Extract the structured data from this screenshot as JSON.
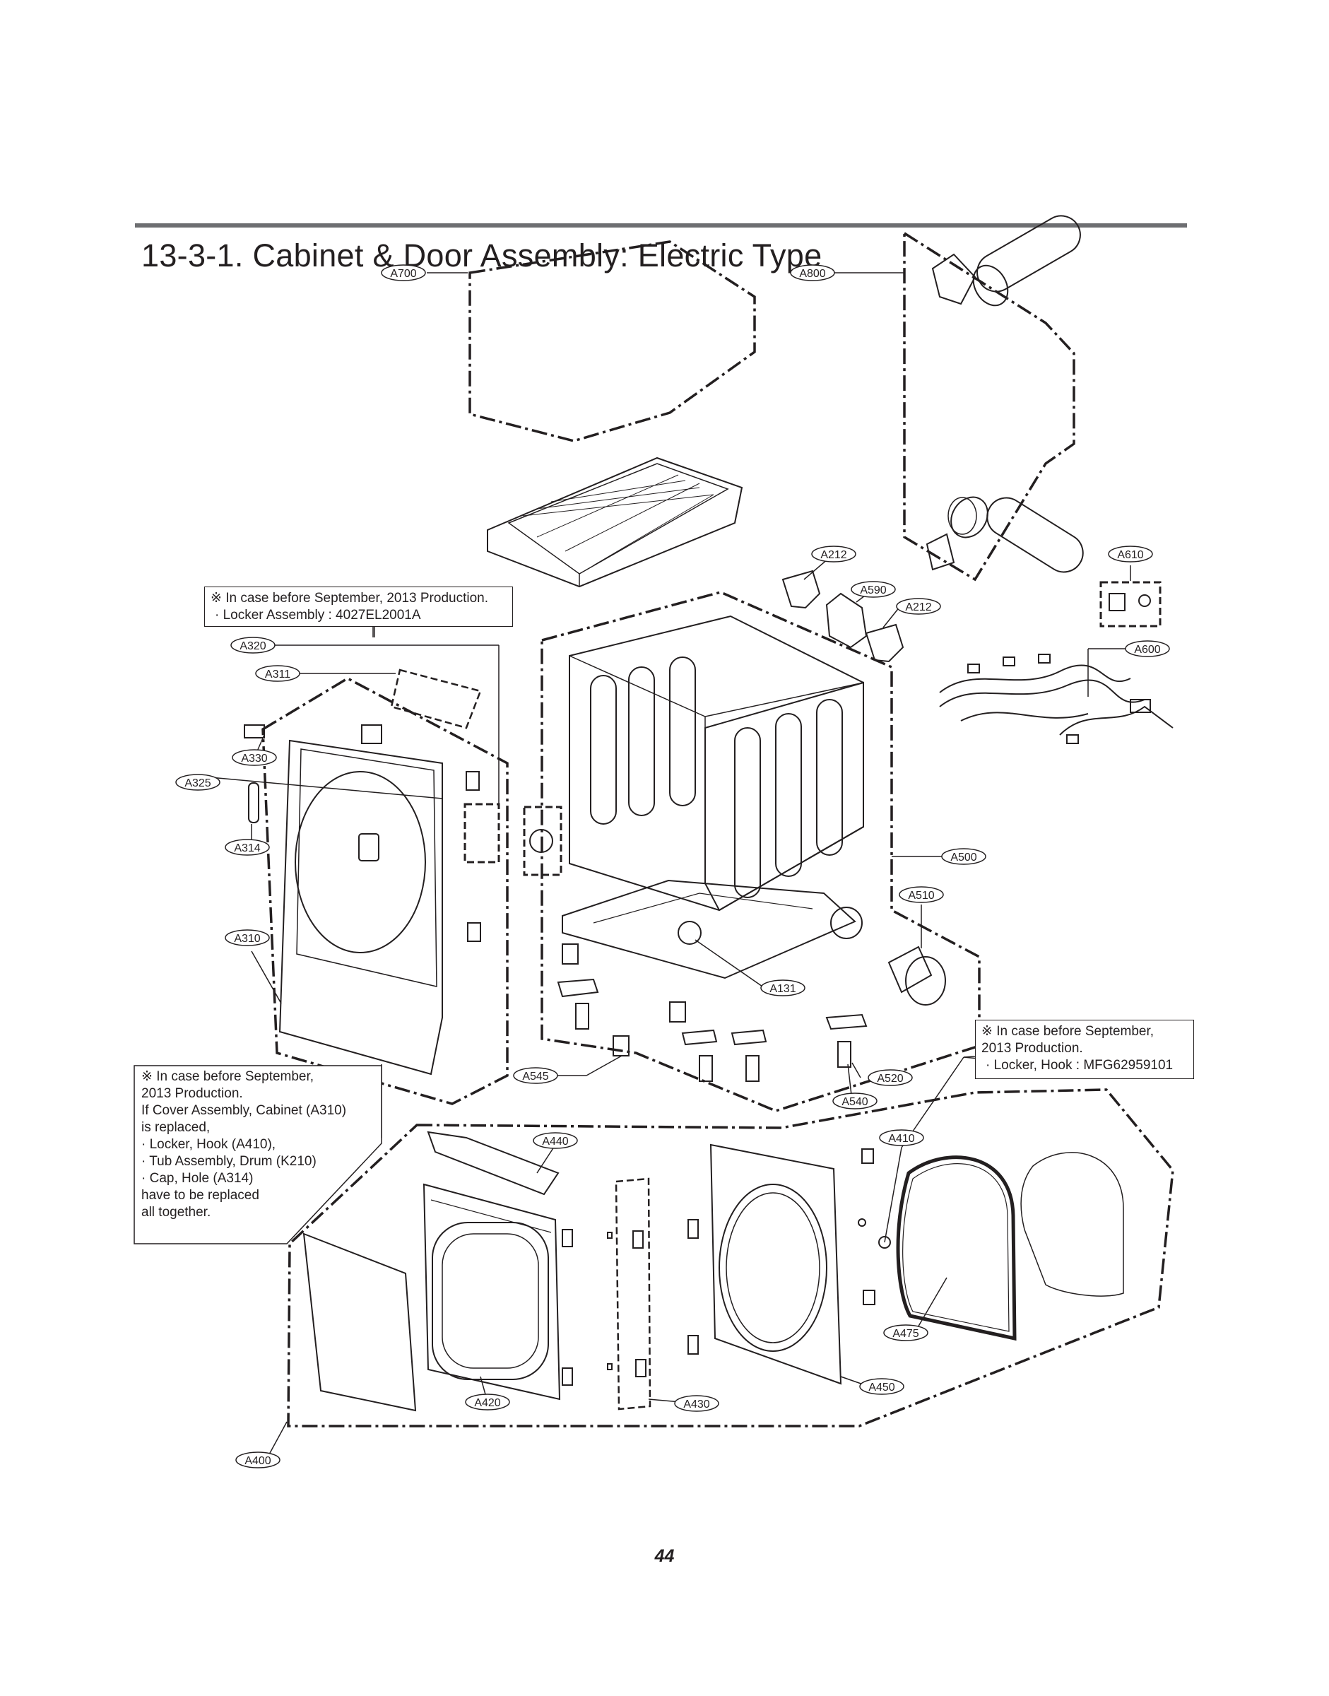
{
  "title": "13-3-1. Cabinet & Door Assembly: Electric Type",
  "page_number": "44",
  "notes": {
    "locker_assembly": [
      "※ In case before September, 2013 Production.",
      "· Locker Assembly : 4027EL2001A"
    ],
    "locker_hook": [
      "※ In case before September,",
      "2013 Production.",
      "· Locker, Hook : MFG62959101"
    ],
    "cover_assembly": [
      "※ In case before September,",
      "2013 Production.",
      "If Cover Assembly, Cabinet (A310)",
      "is replaced,",
      "· Locker, Hook (A410),",
      "· Tub Assembly, Drum (K210)",
      "· Cap, Hole (A314)",
      "have to be replaced",
      "all together."
    ]
  },
  "callouts": {
    "a700": "A700",
    "a800": "A800",
    "a212_top": "A212",
    "a590": "A590",
    "a212_bottom": "A212",
    "a610": "A610",
    "a600": "A600",
    "a320": "A320",
    "a311": "A311",
    "a330": "A330",
    "a325": "A325",
    "a314": "A314",
    "a310": "A310",
    "a500": "A500",
    "a510": "A510",
    "a131": "A131",
    "a545": "A545",
    "a520": "A520",
    "a540": "A540",
    "a410": "A410",
    "a440": "A440",
    "a475": "A475",
    "a450": "A450",
    "a420": "A420",
    "a430": "A430",
    "a400": "A400"
  }
}
